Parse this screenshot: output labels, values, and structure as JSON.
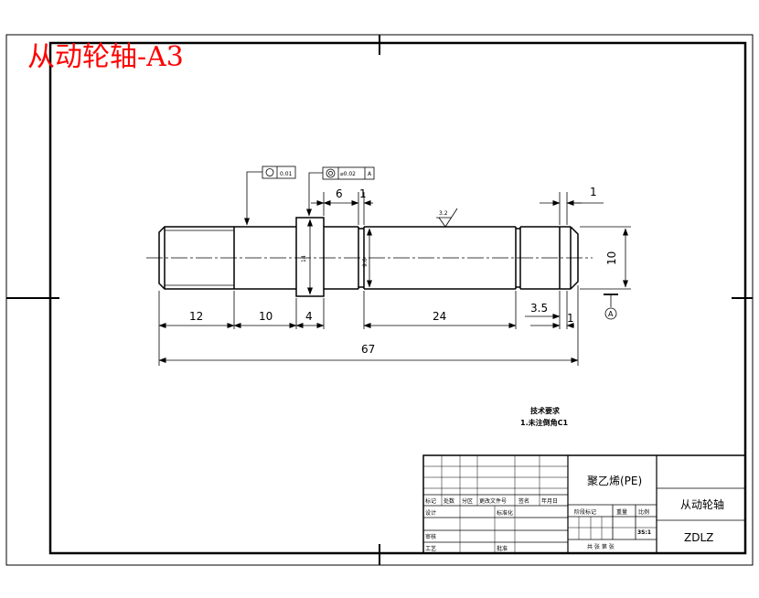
{
  "page_title": "从动轮轴-A3",
  "dimensions": {
    "d12": "12",
    "d10": "10",
    "d4": "4",
    "d24": "24",
    "d67": "67",
    "d6": "6",
    "d1_top": "1",
    "d1_right": "1",
    "d3_5": "3.5",
    "d10_right": "10",
    "d14": "14",
    "d9_6": "9.6"
  },
  "roughness": "3.2",
  "tolerance": {
    "round": {
      "symbol": "○",
      "value": "0.01"
    },
    "coax": {
      "symbol": "◎",
      "value": "⌀0.02",
      "datum": "A"
    }
  },
  "datum_label": "A",
  "tech_req": {
    "heading": "技术要求",
    "line1": "1.未注倒角C1"
  },
  "title_block": {
    "material": "聚乙烯(PE)",
    "part_name": "从动轮轴",
    "code": "ZDLZ",
    "scale": "3S:1",
    "hdr": [
      "标记",
      "处数",
      "分区",
      "更改文件号",
      "签名",
      "年月日"
    ],
    "design": "设计",
    "standard": "标准化",
    "stage": "阶段标记",
    "weight": "重量",
    "ratio": "比例",
    "review": "审核",
    "process": "工艺",
    "approve": "批准",
    "sheets": "共 张 第 张"
  }
}
